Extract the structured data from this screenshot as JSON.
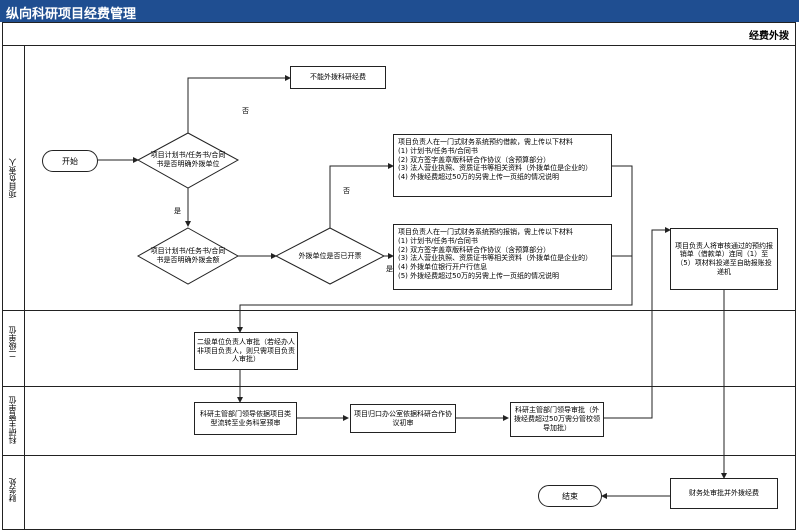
{
  "title": "纵向科研项目经费管理",
  "section_title": "经费外拨",
  "lanes": [
    "项目负责人",
    "二级单位",
    "科研主管单位",
    "财务处"
  ],
  "nodes": {
    "start": "开始",
    "no_funding": "不能外拨科研经费",
    "decision1": "项目计划书/任务书/合同书是否明确外拨单位",
    "decision2": "项目计划书/任务书/合同书是否明确外拨金额",
    "decision3": "外拨单位是否已开票",
    "loan_box": {
      "title": "项目负责人在一门式财务系统预约借款，需上传以下材料",
      "items": [
        "(1) 计划书/任务书/合同书",
        "(2) 双方签字盖章版科研合作协议（含预算部分）",
        "(3) 法人营业执照、资质证书等相关资料（外拨单位是企业的）",
        "(4) 外拨经费超过50万的另需上传一页纸的情况说明"
      ]
    },
    "reimburse_box": {
      "title": "项目负责人在一门式财务系统预约报销，需上传以下材料",
      "items": [
        "(1) 计划书/任务书/合同书",
        "(2) 双方签字盖章版科研合作协议（含预算部分）",
        "(3) 法人营业执照、资质证书等相关资料（外拨单位是企业的）",
        "(4) 外拨单位银行开户行信息",
        "(5) 外拨经费超过50万的另需上传一页纸的情况说明"
      ]
    },
    "submit_box": "项目负责人将审核通过的预约报销单（借款单）连同（1）至（5）项材料投递至自助报账投递机",
    "dept_approval": "二级单位负责人审批（若经办人非项目负责人，则只需项目负责人审批）",
    "research_leader": "科研主管部门领导依据项目类型流转至业务科室预审",
    "office_review": "项目归口办公室依据科研合作协议初审",
    "research_approval": "科研主管部门领导审批（外拨经费超过50万需分管校领导加批）",
    "finance_approval": "财务处审批并外拨经费",
    "end": "结束"
  },
  "edge_labels": {
    "no_top": "否",
    "yes_down": "是",
    "no_d3": "否",
    "yes_d3": "是"
  }
}
